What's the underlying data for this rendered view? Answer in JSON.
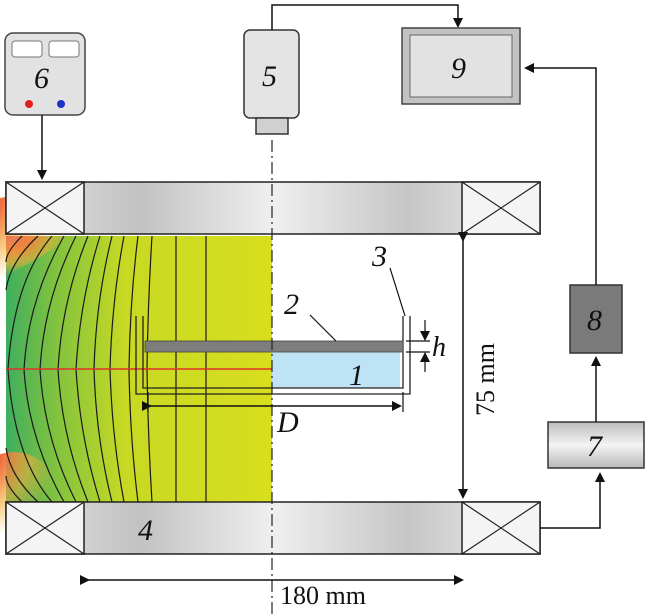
{
  "labels": {
    "n1": "1",
    "n2": "2",
    "n3": "3",
    "n4": "4",
    "n5": "5",
    "n6": "6",
    "n7": "7",
    "n8": "8",
    "n9": "9",
    "d": "D",
    "h": "h"
  },
  "dimensions": {
    "height": "75 mm",
    "width": "180 mm"
  },
  "colors": {
    "field_green": "#5fb84a",
    "field_yellow": "#d6dd1c",
    "liquid": "#bde3f5",
    "magenta": "#d0208a",
    "box_dark": "#7a7a7a",
    "box_light": "#d6d6d6"
  },
  "icons": {
    "coil": "crossed-box-icon",
    "power_supply_dots": [
      "red-dot-icon",
      "blue-dot-icon"
    ]
  }
}
